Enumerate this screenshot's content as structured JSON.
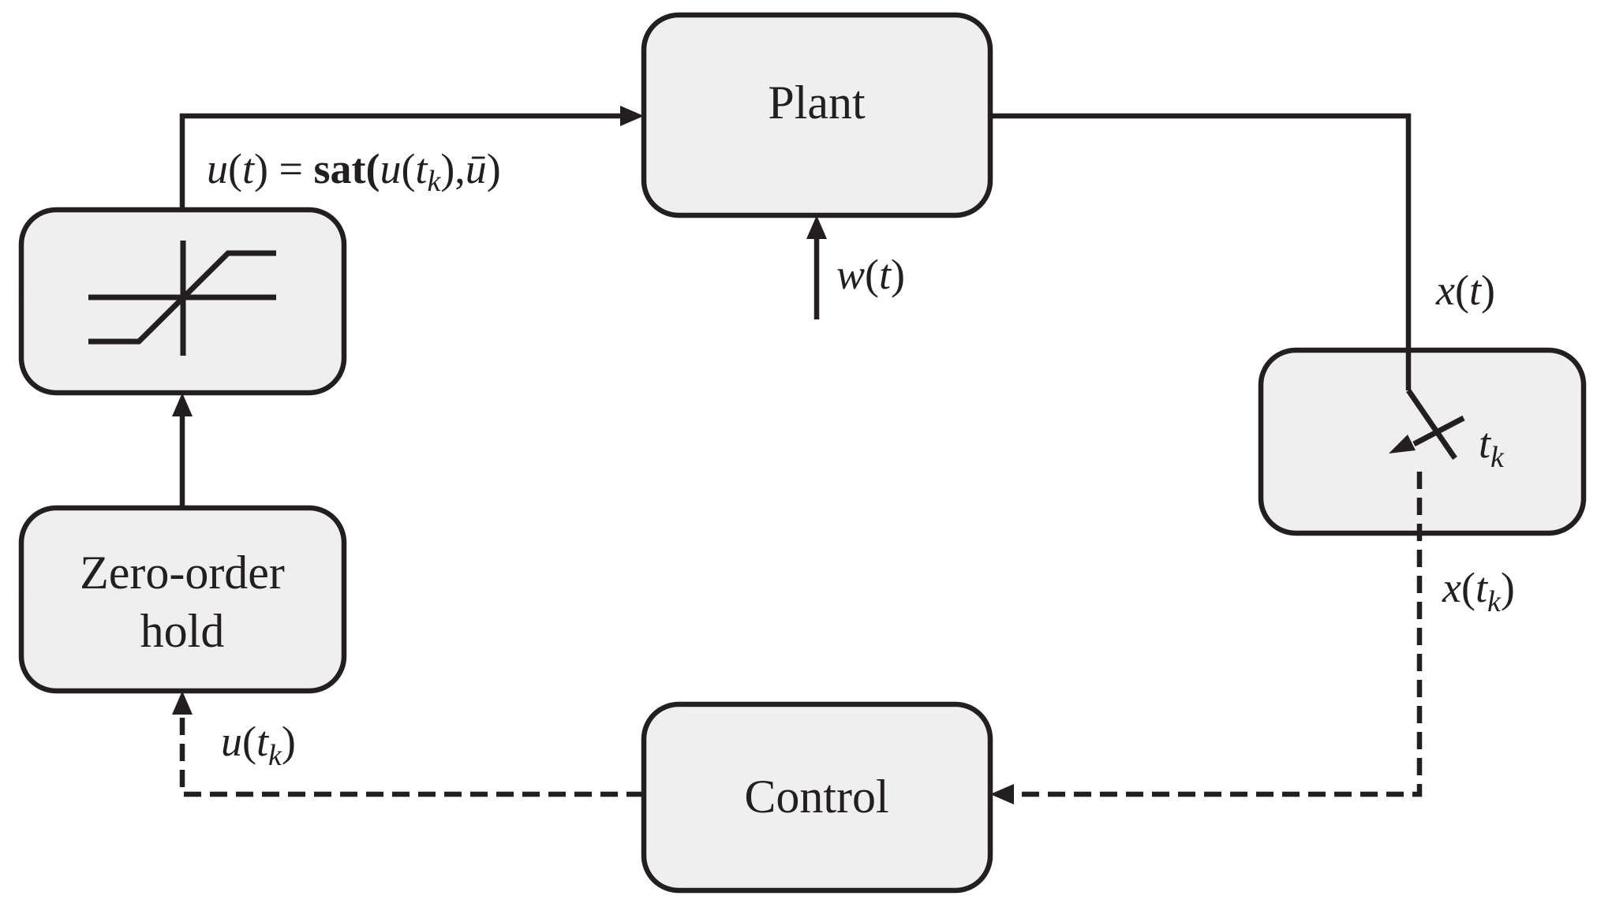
{
  "blocks": {
    "plant": "Plant",
    "zoh_line1": "Zero-order",
    "zoh_line2": "hold",
    "control": "Control"
  },
  "signals": {
    "saturation_output": {
      "u": "u",
      "lp": "(",
      "t": "t",
      "rp": ") ",
      "eq": "=",
      "sat": " sat",
      "lp2": "(",
      "u2": "u",
      "lp3": "(",
      "t2": "t",
      "k": "k",
      "rp3": "),",
      "ubar": "ū",
      "rp2": ")"
    },
    "disturbance": {
      "w": "w",
      "lp": "(",
      "t": "t",
      "rp": ")"
    },
    "state": {
      "x": "x",
      "lp": "(",
      "t": "t",
      "rp": ")"
    },
    "sampling_time": {
      "t": "t",
      "k": "k"
    },
    "sampled_state": {
      "x": "x",
      "lp": "(",
      "t": "t",
      "k": "k",
      "rp": ")"
    },
    "control_output": {
      "u": "u",
      "lp": "(",
      "t": "t",
      "k": "k",
      "rp": ")"
    }
  }
}
